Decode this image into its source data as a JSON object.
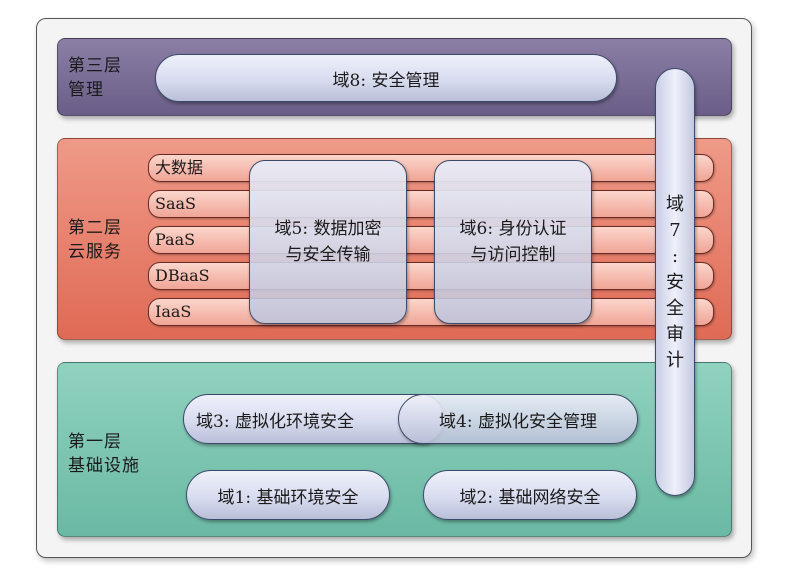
{
  "layer3": {
    "label": "第三层\n管理",
    "domain8": "域8: 安全管理"
  },
  "layer2": {
    "label": "第二层\n云服务",
    "services": [
      "大数据",
      "SaaS",
      "PaaS",
      "DBaaS",
      "IaaS"
    ],
    "domain5": "域5: 数据加密\n与安全传输",
    "domain6": "域6: 身份认证\n与访问控制"
  },
  "layer1": {
    "label": "第一层\n基础设施",
    "domain3": "域3: 虚拟化环境安全",
    "domain4": "域4: 虚拟化安全管理",
    "domain1": "域1: 基础环境安全",
    "domain2": "域2: 基础网络安全"
  },
  "domain7": {
    "chars": [
      "域",
      "7",
      ":",
      "安",
      "全",
      "审",
      "计"
    ]
  },
  "colors": {
    "layer3": "#7a6e96",
    "layer2": "#e47c68",
    "layer1": "#7dc6b1",
    "pill": "#d8dcef"
  }
}
